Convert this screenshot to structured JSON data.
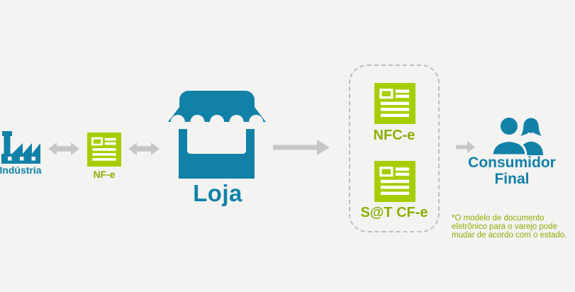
{
  "flow": {
    "industria_label": "Indústria",
    "nfe_label": "NF-e",
    "loja_label": "Loja",
    "nfce_label": "NFC-e",
    "sat_label": "S@T CF-e",
    "consumidor_label_line1": "Consumidor",
    "consumidor_label_line2": "Final"
  },
  "footnote": {
    "lines": {
      "0": "*O modelo de documento",
      "1": "eletrônico para o varejo pode",
      "2": "mudar de acordo com o estado."
    }
  },
  "icons": {
    "industria": "factory-icon",
    "nfe": "invoice-document-icon",
    "loja": "store-stall-icon",
    "nfce": "invoice-document-icon",
    "sat": "invoice-document-icon",
    "consumidor": "consumers-people-icon",
    "between_nodes": "double-headed-arrow-icon",
    "to_output": "right-arrow-icon"
  },
  "colors": {
    "background": "#f3f3f2",
    "teal": "#1181a7",
    "icon_green": "#a5ce02",
    "label_green": "#8bae00",
    "arrow_gray": "#c6c6c6",
    "dashed_border": "#bdbdbd"
  }
}
